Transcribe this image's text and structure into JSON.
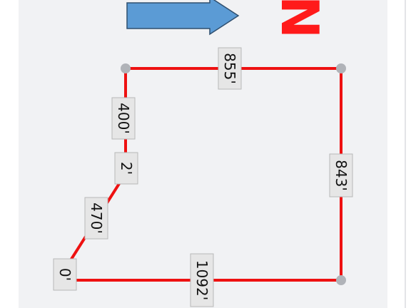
{
  "colors": {
    "panel_bg": "#f1f2f4",
    "boundary": "#ee1111",
    "vertex": "#b0b3b8",
    "label_bg": "#e6e6e6",
    "label_border": "#b8b8b8",
    "arrow_fill": "#5b9bd5",
    "arrow_stroke": "#2f4f6f",
    "north": "#ff1a1a"
  },
  "north_indicator": {
    "icon": "north-arrow-icon",
    "letter": "N"
  },
  "edges": [
    {
      "id": "top",
      "label": "855'"
    },
    {
      "id": "right",
      "label": "843'"
    },
    {
      "id": "bottom",
      "label": "1092'"
    },
    {
      "id": "left-upper",
      "label": "400'"
    },
    {
      "id": "left-short",
      "label": "2'"
    },
    {
      "id": "diagonal",
      "label": "470'"
    },
    {
      "id": "corner",
      "label": "0'"
    }
  ]
}
